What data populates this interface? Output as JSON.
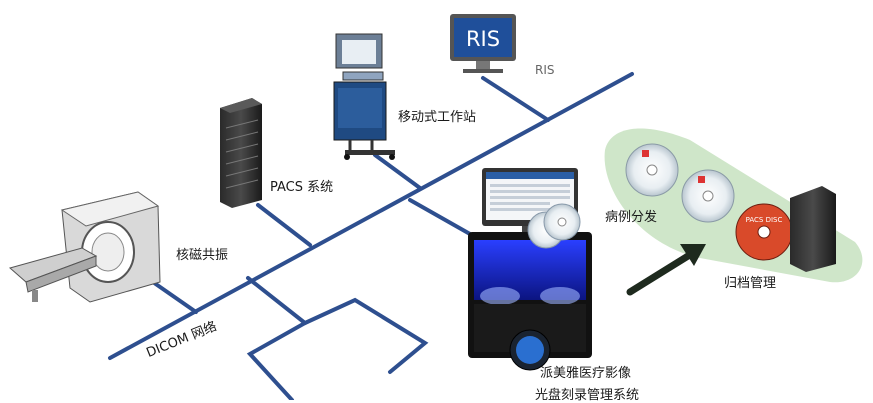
{
  "nodes": {
    "ris": {
      "label": "RIS",
      "screen_text": "RIS"
    },
    "mobile_workstation": {
      "label": "移动式工作站"
    },
    "pacs": {
      "label": "PACS 系统"
    },
    "mri": {
      "label": "核磁共振"
    },
    "network": {
      "label": "DICOM 网络"
    },
    "disc_publisher": {
      "label_line1": "派美雅医疗影像",
      "label_line2": "光盘刻录管理系统"
    },
    "case_distribution": {
      "label": "病例分发"
    },
    "archive": {
      "label": "归档管理",
      "disc_text": "PACS DISC"
    }
  },
  "colors": {
    "network_line": "#2e4f8f",
    "zone_green": "#cfe6c9",
    "ris_screen": "#1f4f9a",
    "arrow": "#1e2a1e"
  }
}
